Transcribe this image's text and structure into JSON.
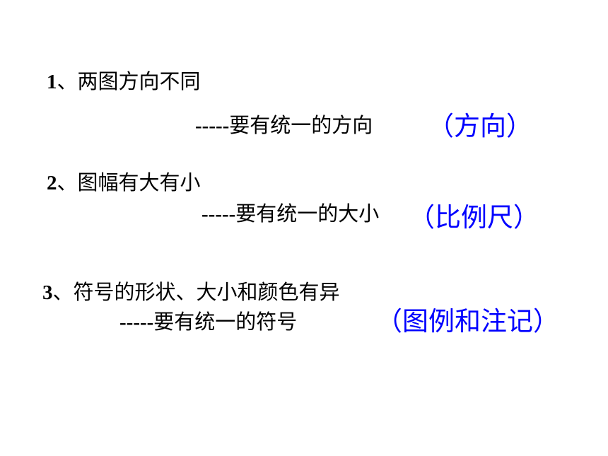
{
  "accent_color": "#0000ff",
  "items": [
    {
      "number": "1",
      "sep": "、",
      "problem": "两图方向不同",
      "dashes": "-----",
      "solution": "要有统一的方向",
      "note": "（方向）"
    },
    {
      "number": "2",
      "sep": "、",
      "problem": "图幅有大有小",
      "dashes": "-----",
      "solution": "要有统一的大小",
      "note": "（比例尺）"
    },
    {
      "number": "3",
      "sep": "、",
      "problem": "符号的形状、大小和颜色有异",
      "dashes": "-----",
      "solution": "要有统一的符号",
      "note": "（图例和注记）"
    }
  ]
}
